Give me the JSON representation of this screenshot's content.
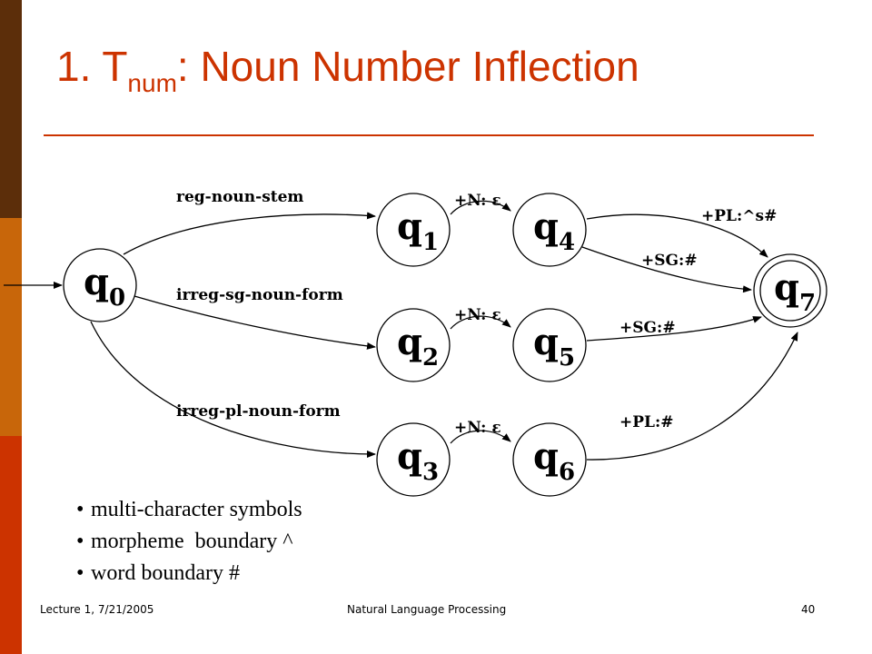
{
  "title": {
    "prefix": "1. T",
    "subscript": "num",
    "suffix": ": Noun Number Inflection"
  },
  "diagram": {
    "states": [
      {
        "id": "q0",
        "base": "q",
        "sub": "0",
        "start": true,
        "final": false
      },
      {
        "id": "q1",
        "base": "q",
        "sub": "1",
        "start": false,
        "final": false
      },
      {
        "id": "q2",
        "base": "q",
        "sub": "2",
        "start": false,
        "final": false
      },
      {
        "id": "q3",
        "base": "q",
        "sub": "3",
        "start": false,
        "final": false
      },
      {
        "id": "q4",
        "base": "q",
        "sub": "4",
        "start": false,
        "final": false
      },
      {
        "id": "q5",
        "base": "q",
        "sub": "5",
        "start": false,
        "final": false
      },
      {
        "id": "q6",
        "base": "q",
        "sub": "6",
        "start": false,
        "final": false
      },
      {
        "id": "q7",
        "base": "q",
        "sub": "7",
        "start": false,
        "final": true
      }
    ],
    "transitions": [
      {
        "from": "q0",
        "to": "q1",
        "label": "reg-noun-stem"
      },
      {
        "from": "q0",
        "to": "q2",
        "label": "irreg-sg-noun-form"
      },
      {
        "from": "q0",
        "to": "q3",
        "label": "irreg-pl-noun-form"
      },
      {
        "from": "q1",
        "to": "q4",
        "label": "+N: ε"
      },
      {
        "from": "q2",
        "to": "q5",
        "label": "+N: ε"
      },
      {
        "from": "q3",
        "to": "q6",
        "label": "+N: ε"
      },
      {
        "from": "q4",
        "to": "q7",
        "label": "+PL:^s#"
      },
      {
        "from": "q4",
        "to": "q7",
        "label": "+SG:#"
      },
      {
        "from": "q5",
        "to": "q7",
        "label": "+SG:#"
      },
      {
        "from": "q6",
        "to": "q7",
        "label": "+PL:#"
      }
    ]
  },
  "bullets": [
    "multi-character symbols",
    "morpheme  boundary ^",
    "word boundary #"
  ],
  "footer": {
    "left": "Lecture 1, 7/21/2005",
    "center": "Natural Language Processing",
    "right": "40"
  }
}
